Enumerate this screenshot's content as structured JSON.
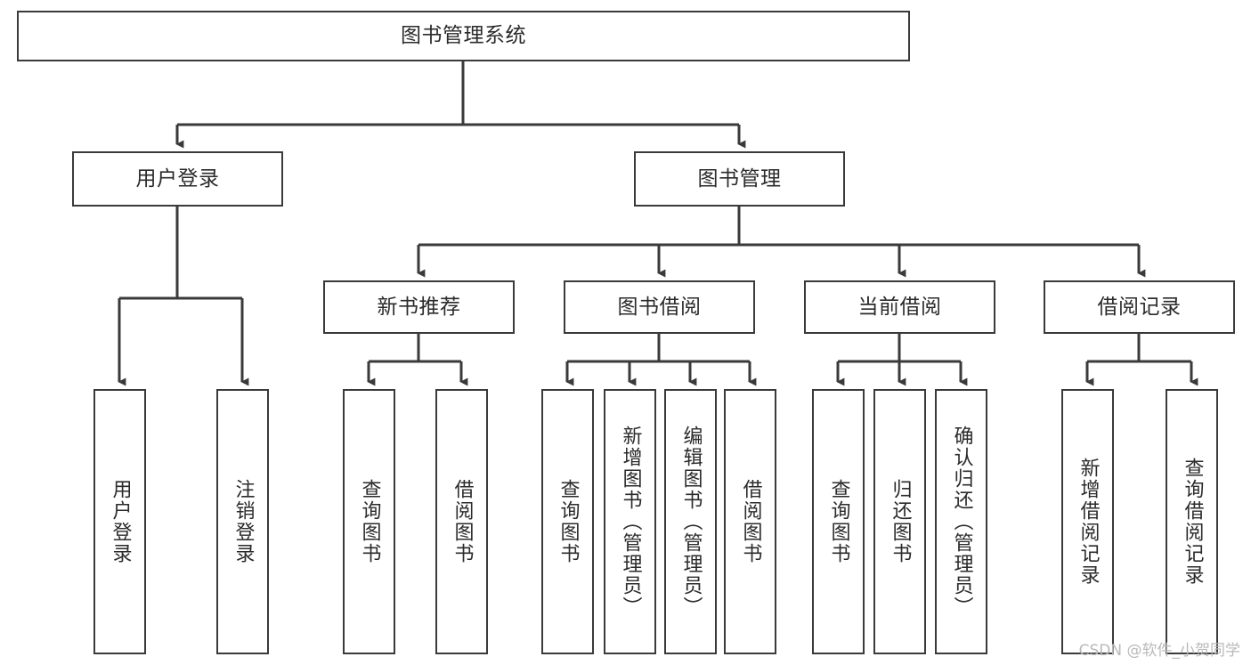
{
  "diagram": {
    "title": "图书管理系统",
    "type": "tree-hierarchy-diagram",
    "watermark": "CSDN @软件_小贺同学",
    "colors": {
      "box_border": "#3a3a3a",
      "box_fill": "#ffffff",
      "connector": "#3a3a3a",
      "text": "#2b2b2b",
      "watermark": "#b9b9b9",
      "background": "#ffffff"
    },
    "root": {
      "label": "图书管理系统"
    },
    "level2": [
      {
        "label": "用户登录"
      },
      {
        "label": "图书管理"
      }
    ],
    "level3": [
      {
        "label": "新书推荐"
      },
      {
        "label": "图书借阅"
      },
      {
        "label": "当前借阅"
      },
      {
        "label": "借阅记录"
      }
    ],
    "leaves": {
      "user_login": [
        {
          "label": "用户登录"
        },
        {
          "label": "注销登录"
        }
      ],
      "new_book_recommend": [
        {
          "label": "查询图书"
        },
        {
          "label": "借阅图书"
        }
      ],
      "book_borrow": [
        {
          "label": "查询图书"
        },
        {
          "label": "新增图书（管理员）"
        },
        {
          "label": "编辑图书（管理员）"
        },
        {
          "label": "借阅图书"
        }
      ],
      "current_borrow": [
        {
          "label": "查询图书"
        },
        {
          "label": "归还图书"
        },
        {
          "label": "确认归还（管理员）"
        }
      ],
      "borrow_record": [
        {
          "label": "新增借阅记录"
        },
        {
          "label": "查询借阅记录"
        }
      ]
    }
  }
}
